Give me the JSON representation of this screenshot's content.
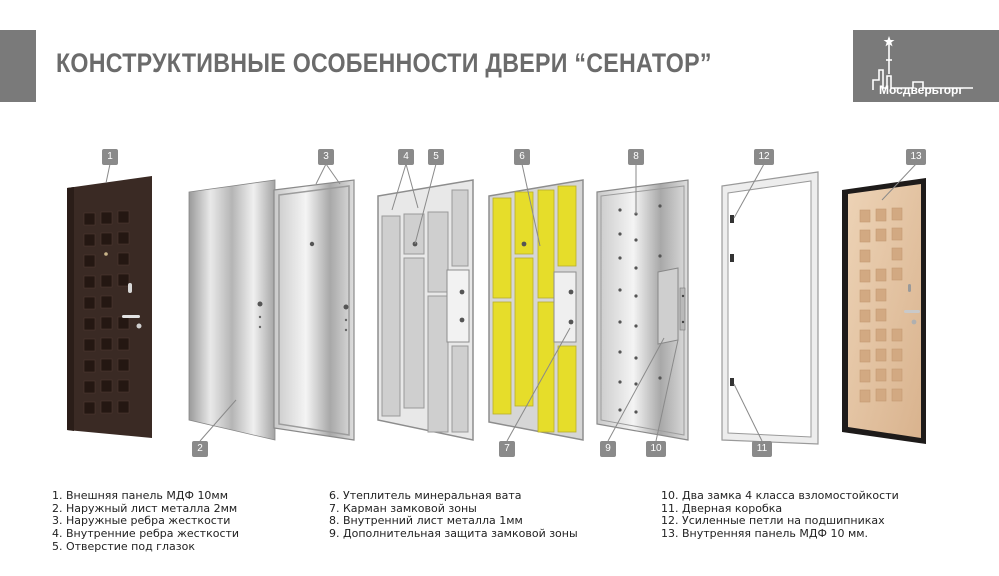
{
  "header": {
    "title": "КОНСТРУКТИВНЫЕ ОСОБЕННОСТИ ДВЕРИ “СЕНАТОР”",
    "logo_text": "Мосдверьторг",
    "logo_icon": "kremlin-tower-icon"
  },
  "callouts": [
    "1",
    "2",
    "3",
    "4",
    "5",
    "6",
    "7",
    "8",
    "9",
    "10",
    "11",
    "12",
    "13"
  ],
  "legend": {
    "col1": [
      "1. Внешняя панель МДФ 10мм",
      "2. Наружный лист металла 2мм",
      "3. Наружные ребра жесткости",
      "4. Внутренние ребра жесткости",
      "5. Отверстие под глазок"
    ],
    "col2": [
      "6. Утеплитель минеральная вата",
      "7. Карман замковой зоны",
      "8. Внутренний лист металла 1мм",
      "9. Дополнительная защита замковой зоны"
    ],
    "col3": [
      "10. Два замка 4 класса взломостойкости",
      "11. Дверная коробка",
      "12. Усиленные петли на подшипниках",
      "13. Внутренняя панель МДФ 10 мм."
    ]
  },
  "colors": {
    "header_gray": "#7a7a7a",
    "title_gray": "#6b6b6b",
    "wenge": "#3a2a24",
    "insulation": "#e6dd2a",
    "mdf_light": "#e3c3a3"
  }
}
